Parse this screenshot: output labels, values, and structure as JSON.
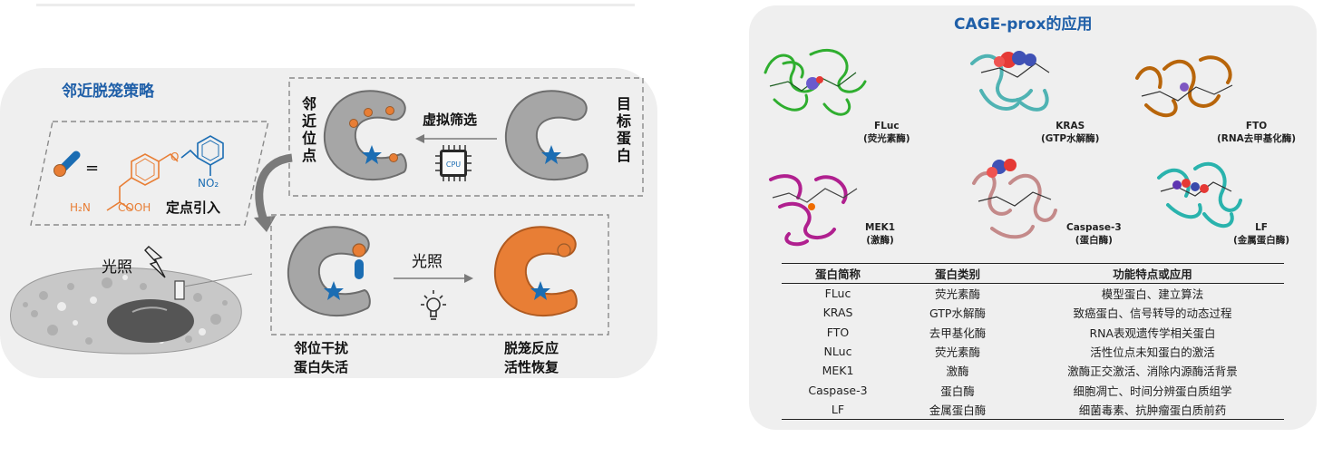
{
  "left": {
    "title": "邻近脱笼策略",
    "vertical_left": "邻近位点",
    "vertical_right": "目标蛋白",
    "screening": "虚拟筛选",
    "cpu": "CPU",
    "equals": "=",
    "chem_nh2": "H₂N",
    "chem_cooh": "COOH",
    "chem_no2": "NO₂",
    "site_intro": "定点引入",
    "light_top": "光照",
    "light_mid": "光照",
    "bottom_left": [
      "邻位干扰",
      "蛋白失活"
    ],
    "bottom_right": [
      "脱笼反应",
      "活性恢复"
    ],
    "colors": {
      "title": "#1f5fa8",
      "orange": "#e87e35",
      "blue": "#1b6db3",
      "gray": "#a6a6a6"
    }
  },
  "right": {
    "title": "CAGE-prox的应用",
    "proteins": [
      {
        "name": "FLuc",
        "desc": "(荧光素酶)"
      },
      {
        "name": "KRAS",
        "desc": "(GTP水解酶)"
      },
      {
        "name": "FTO",
        "desc": "(RNA去甲基化酶)"
      },
      {
        "name": "MEK1",
        "desc": "(激酶)"
      },
      {
        "name": "Caspase-3",
        "desc": "(蛋白酶)"
      },
      {
        "name": "LF",
        "desc": "(金属蛋白酶)"
      }
    ],
    "table": {
      "headers": [
        "蛋白简称",
        "蛋白类别",
        "功能特点或应用"
      ],
      "rows": [
        [
          "FLuc",
          "荧光素酶",
          "模型蛋白、建立算法"
        ],
        [
          "KRAS",
          "GTP水解酶",
          "致癌蛋白、信号转导的动态过程"
        ],
        [
          "FTO",
          "去甲基化酶",
          "RNA表观遗传学相关蛋白"
        ],
        [
          "NLuc",
          "荧光素酶",
          "活性位点未知蛋白的激活"
        ],
        [
          "MEK1",
          "激酶",
          "激酶正交激活、消除内源酶活背景"
        ],
        [
          "Caspase-3",
          "蛋白酶",
          "细胞凋亡、时间分辨蛋白质组学"
        ],
        [
          "LF",
          "金属蛋白酶",
          "细菌毒素、抗肿瘤蛋白质前药"
        ]
      ]
    }
  }
}
